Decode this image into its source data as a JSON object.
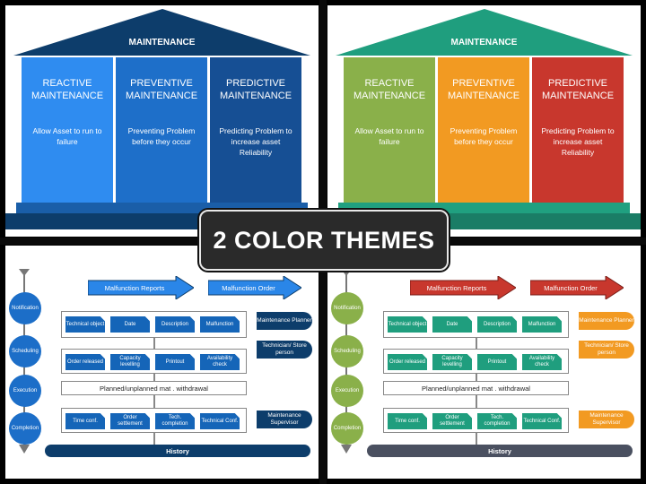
{
  "badge": "2 COLOR THEMES",
  "temple": {
    "title": "MAINTENANCE",
    "pillars": [
      {
        "title": "REACTIVE MAINTENANCE",
        "desc": "Allow Asset to run to failure"
      },
      {
        "title": "PREVENTIVE MAINTENANCE",
        "desc": "Preventing Problem before they occur"
      },
      {
        "title": "PREDICTIVE MAINTENANCE",
        "desc": "Predicting Problem to increase asset Reliability"
      }
    ]
  },
  "process": {
    "stages": [
      "Notification",
      "Scheduling",
      "Execution",
      "Completion"
    ],
    "top_arrows": [
      "Malfunction Reports",
      "Malfunction Order"
    ],
    "row1": [
      "Technical object",
      "Date",
      "Description",
      "Malfunction"
    ],
    "row2": [
      "Order released",
      "Capacity levelling",
      "Printout",
      "Availability check"
    ],
    "row3": "Planned/unplanned mat . withdrawal",
    "row4": [
      "Time conf.",
      "Order settlement",
      "Tech. completion",
      "Technical Conf."
    ],
    "side": [
      "Maintenance Planner",
      "Technician/ Store person",
      "Maintenance Supervisor"
    ],
    "history": "History"
  },
  "themes": {
    "blue": {
      "roof": "#0d3d6b",
      "pillars": [
        "#2f8cf0",
        "#1e6fc9",
        "#164f94"
      ],
      "base1": "#1a5ea8",
      "base2": "#0d3d6b",
      "circle": "#1c6ec8",
      "arrow": "#2a86e8",
      "tag": "#1565b8",
      "side_bg": "#0d3d6b",
      "side_fg": "#ffffff",
      "history": "#0d3d6b"
    },
    "color": {
      "roof": "#1f9e7e",
      "pillars": [
        "#8ab04a",
        "#f29a22",
        "#c8372d"
      ],
      "base1": "#20a080",
      "base2": "#1a7d66",
      "circle": "#8ab04a",
      "arrow": "#c8372d",
      "tag": "#1f9e7e",
      "side_bg": "#f29a22",
      "side_fg": "#ffffff",
      "history": "#4a5060"
    }
  }
}
